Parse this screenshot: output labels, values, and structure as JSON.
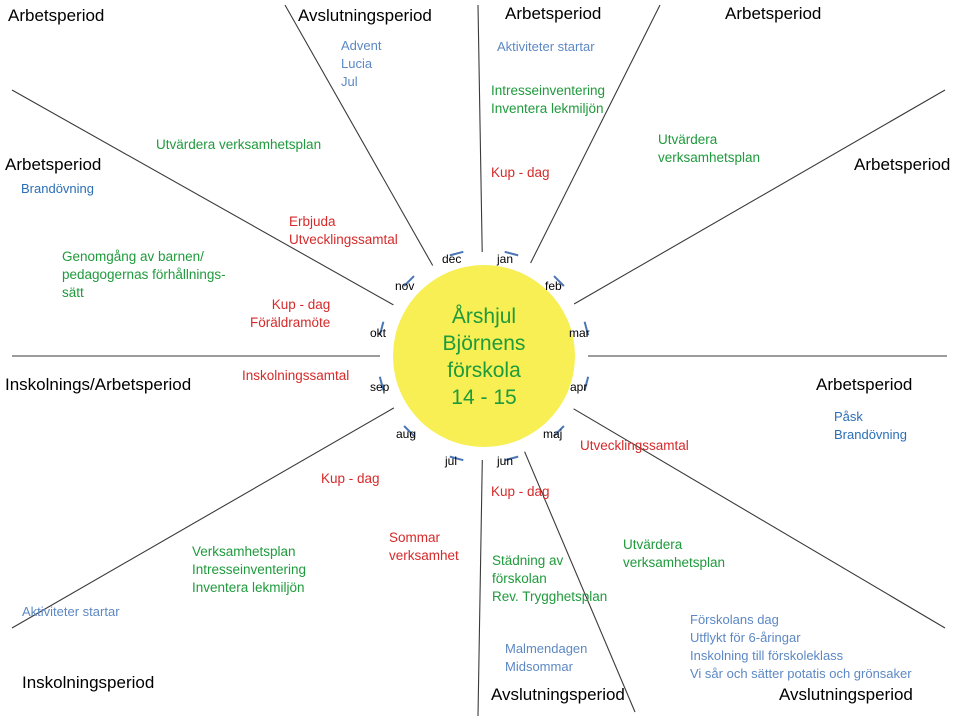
{
  "title": "Årshjul\nBjörnens\nförskola\n14 - 15",
  "months": [
    "jan",
    "feb",
    "mar",
    "apr",
    "maj",
    "jun",
    "jul",
    "aug",
    "sep",
    "okt",
    "nov",
    "dec"
  ],
  "periods": {
    "top_left": "Arbetsperiod",
    "top_avslutning": "Avslutningsperiod",
    "top_center": "Arbetsperiod",
    "top_right": "Arbetsperiod",
    "left_upper": "Arbetsperiod",
    "right_upper": "Arbetsperiod",
    "left_middle": "Inskolnings/Arbetsperiod",
    "right_middle": "Arbetsperiod",
    "bottom_left": "Inskolningsperiod",
    "bottom_center": "Avslutningsperiod",
    "bottom_right": "Avslutningsperiod"
  },
  "activities": {
    "dec_holidays": "Advent\nLucia\nJul",
    "jan_start": "Aktiviteter startar",
    "jan_inventory": "Intresseinventering\nInventera lekmiljön",
    "jan_kup": "Kup - dag",
    "feb_evaluate": "Utvärdera\nverksamhetsplan",
    "nov_evaluate": "Utvärdera verksamhetsplan",
    "nov_fire": "Brandövning",
    "nov_invite": "Erbjuda\nUtvecklingssamtal",
    "oct_review": "Genomgång av barnen/\npedagogernas förhållnings-\nsätt",
    "oct_kup": "Kup - dag\nFöräldramöte",
    "sep_talk": "Inskolningssamtal",
    "apr_easter": "Påsk\nBrandövning",
    "maj_talk": "Utvecklingssamtal",
    "jun_kup": "Kup - dag",
    "aug_kup": "Kup - dag",
    "jul_summer": "Sommar\nverksamhet",
    "aug_plan": "Verksamhetsplan\nIntresseinventering\nInventera lekmiljön",
    "aug_start": "Aktiviteter startar",
    "jun_cleaning": "Städning av\nförskolan\nRev. Trygghetsplan",
    "maj_evaluate": "Utvärdera\nverksamhetsplan",
    "jun_midsummer": "Malmendagen\nMidsommar",
    "maj_events": "Förskolans dag\nUtflykt för 6-åringar\nInskolning till förskoleklass\nVi sår och sätter potatis och grönsaker"
  },
  "colors": {
    "sun": "#f7ef53",
    "rays": "#3a3a3a",
    "ticks": "#4a76b5",
    "green_text": "#1f9a3c",
    "red_text": "#d62a2a",
    "blue_text": "#2b6fb5"
  }
}
